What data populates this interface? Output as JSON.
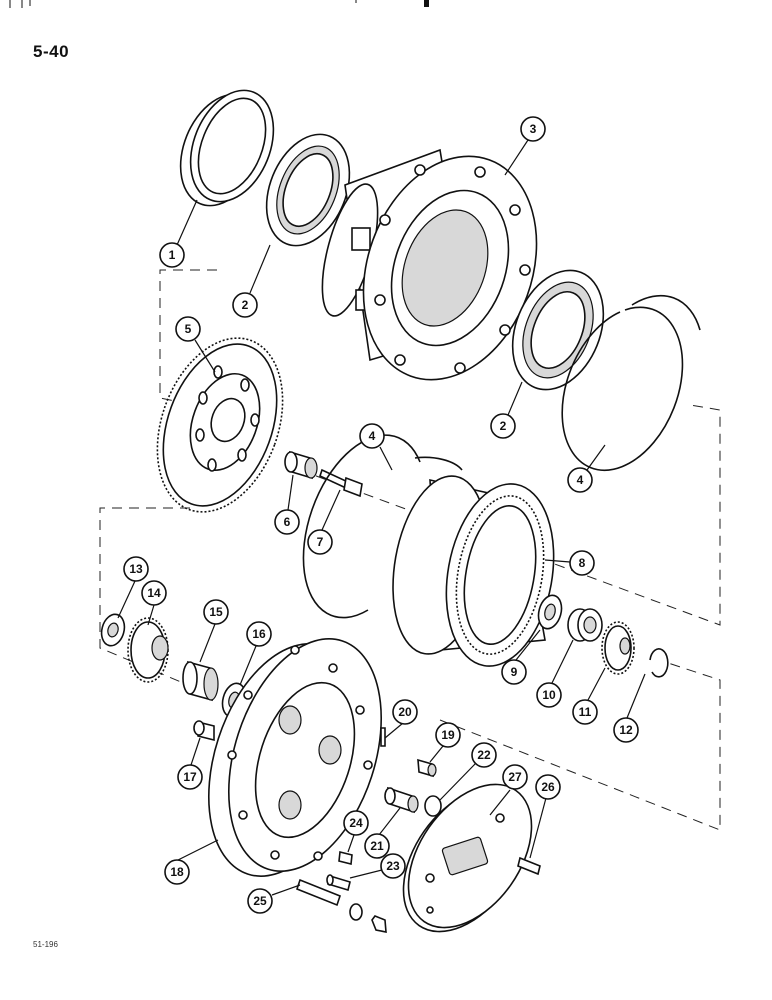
{
  "page": {
    "number": "5-40",
    "figure_id": "51-196"
  },
  "callouts": [
    {
      "id": "c1",
      "label": "1"
    },
    {
      "id": "c2a",
      "label": "2"
    },
    {
      "id": "c2b",
      "label": "2"
    },
    {
      "id": "c3",
      "label": "3"
    },
    {
      "id": "c4a",
      "label": "4"
    },
    {
      "id": "c4b",
      "label": "4"
    },
    {
      "id": "c5",
      "label": "5"
    },
    {
      "id": "c6",
      "label": "6"
    },
    {
      "id": "c7",
      "label": "7"
    },
    {
      "id": "c8",
      "label": "8"
    },
    {
      "id": "c9",
      "label": "9"
    },
    {
      "id": "c10",
      "label": "10"
    },
    {
      "id": "c11",
      "label": "11"
    },
    {
      "id": "c12",
      "label": "12"
    },
    {
      "id": "c13",
      "label": "13"
    },
    {
      "id": "c14",
      "label": "14"
    },
    {
      "id": "c15",
      "label": "15"
    },
    {
      "id": "c16",
      "label": "16"
    },
    {
      "id": "c17",
      "label": "17"
    },
    {
      "id": "c18",
      "label": "18"
    },
    {
      "id": "c19",
      "label": "19"
    },
    {
      "id": "c20",
      "label": "20"
    },
    {
      "id": "c21",
      "label": "21"
    },
    {
      "id": "c22",
      "label": "22"
    },
    {
      "id": "c23",
      "label": "23"
    },
    {
      "id": "c24",
      "label": "24"
    },
    {
      "id": "c25",
      "label": "25"
    },
    {
      "id": "c26",
      "label": "26"
    },
    {
      "id": "c27",
      "label": "27"
    }
  ]
}
